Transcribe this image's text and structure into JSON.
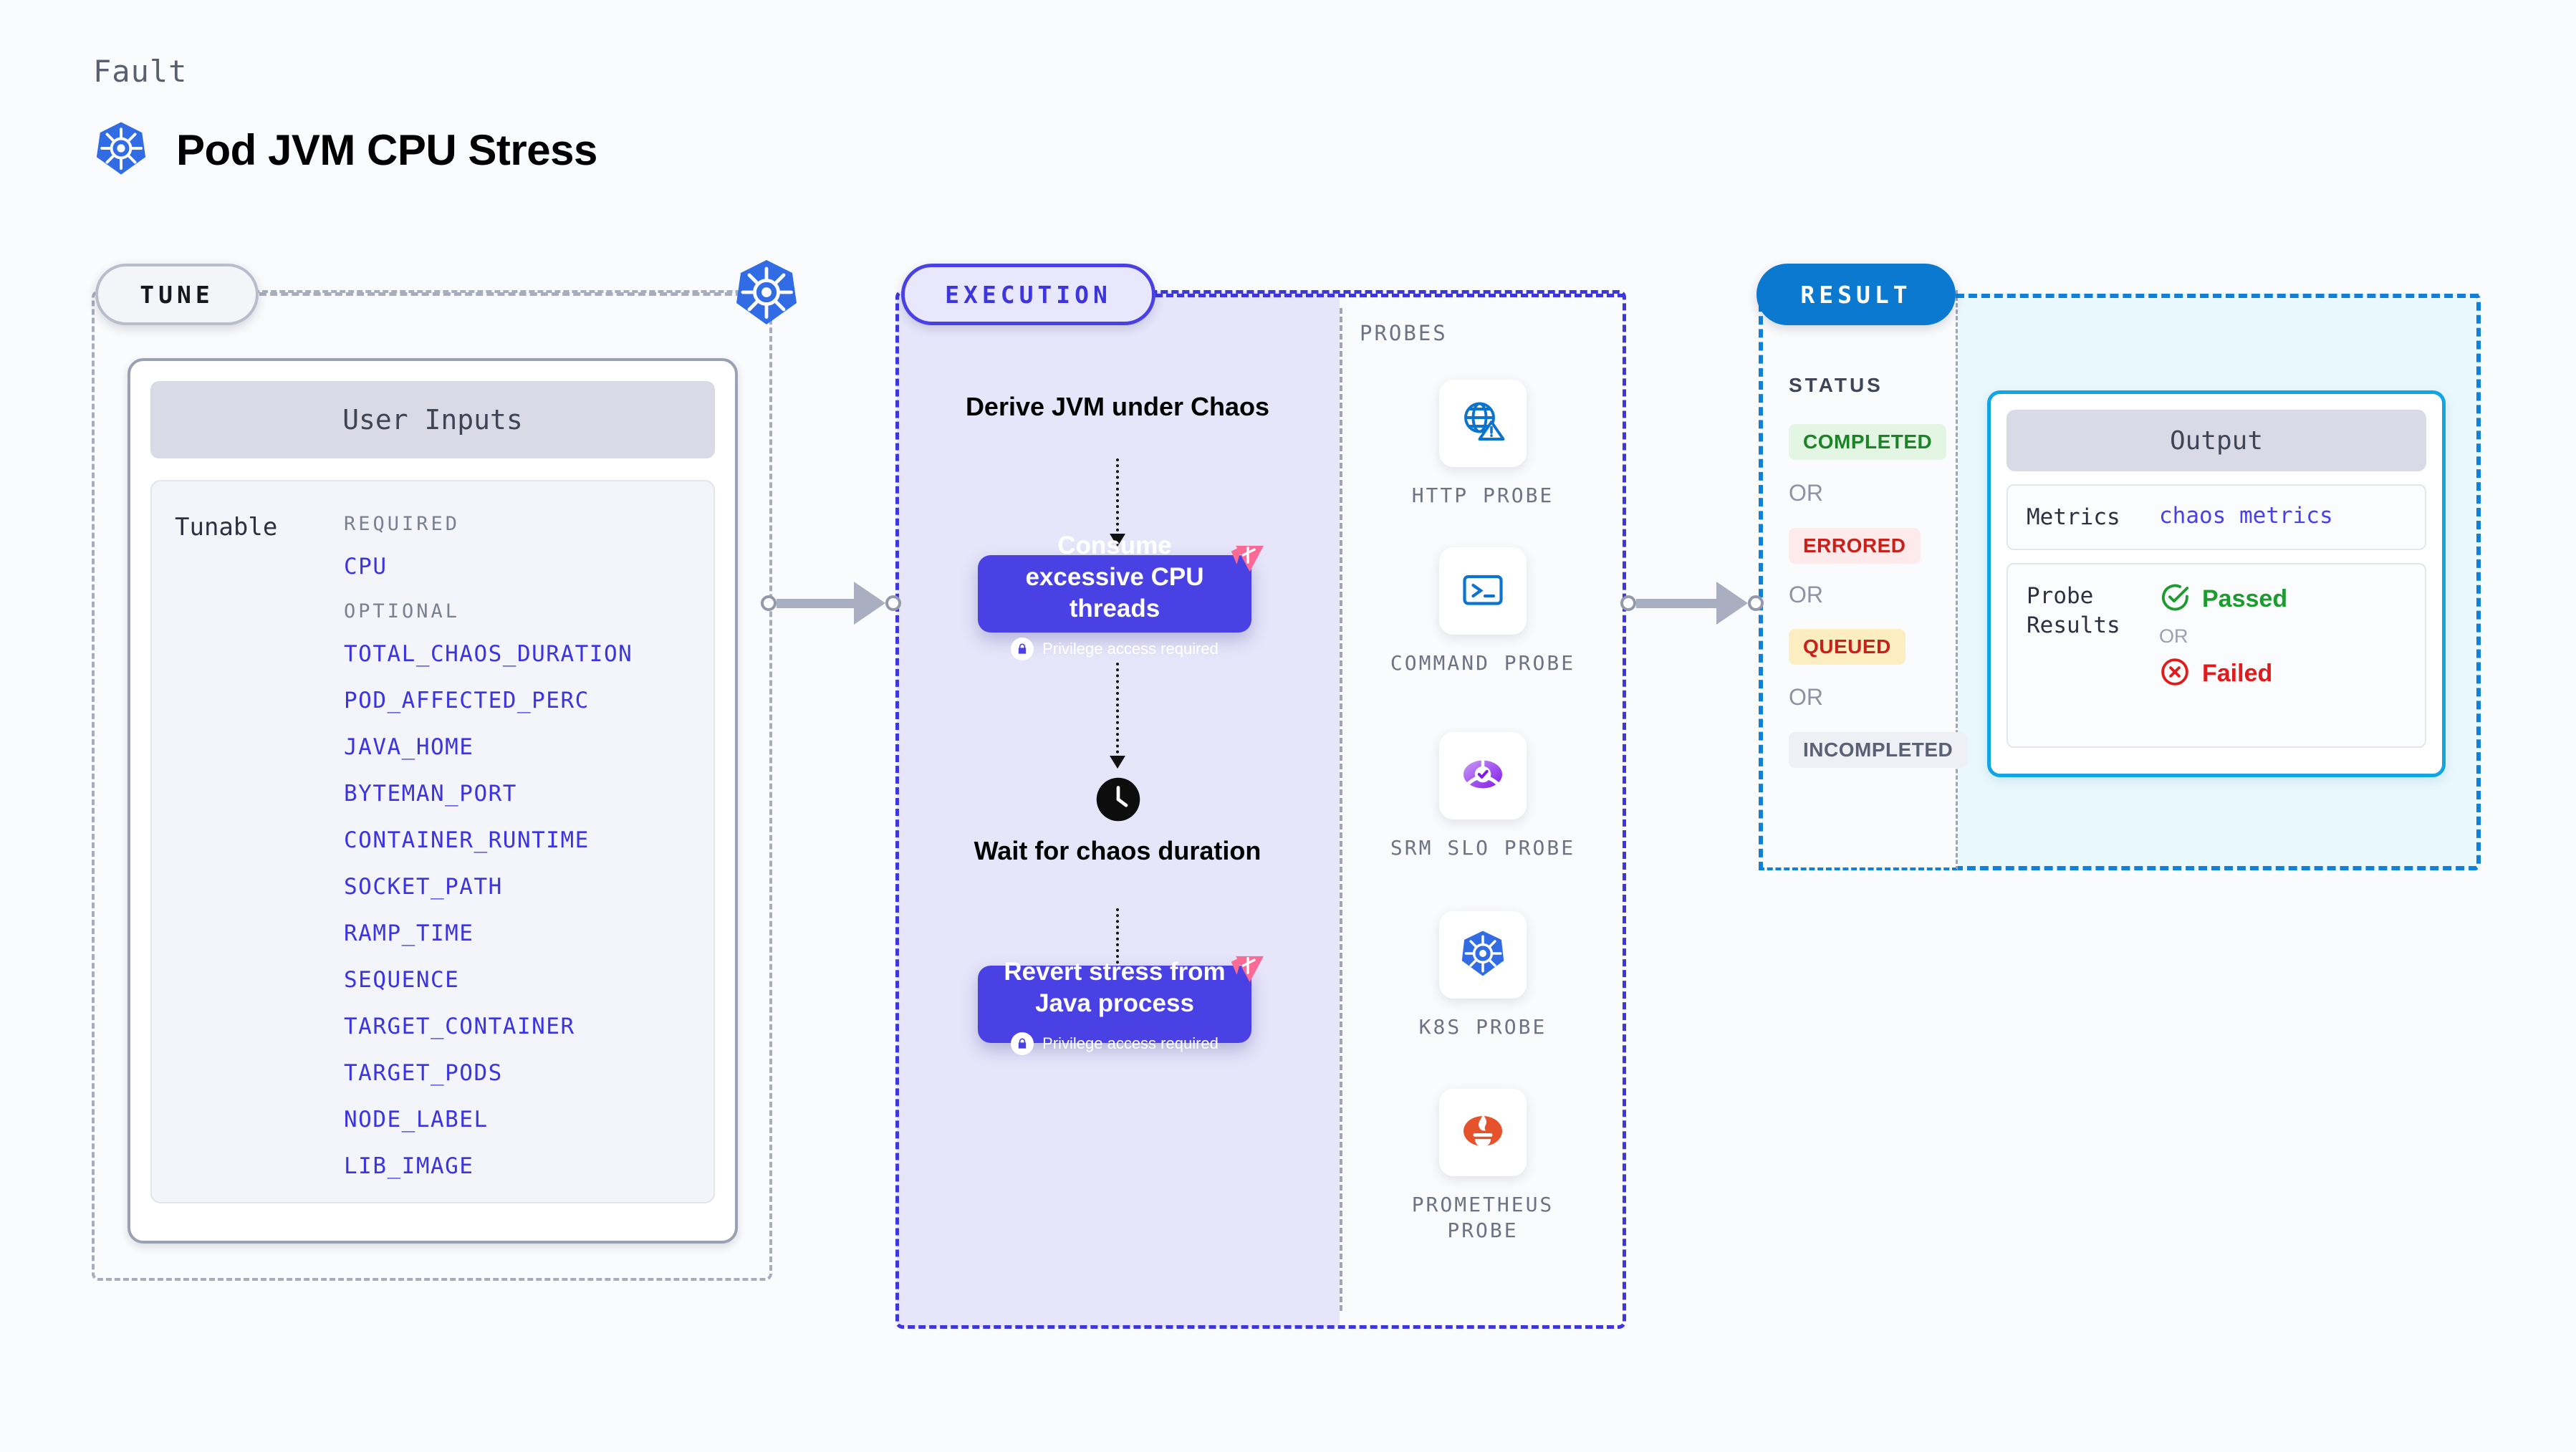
{
  "header": {
    "kicker": "Fault",
    "title": "Pod JVM CPU Stress",
    "icon": "kubernetes-icon"
  },
  "tune": {
    "pill_label": "TUNE",
    "badge_icon": "kubernetes-icon",
    "card_title": "User Inputs",
    "tunable_label": "Tunable",
    "required_label": "REQUIRED",
    "optional_label": "OPTIONAL",
    "required_params": [
      "CPU"
    ],
    "optional_params": [
      "TOTAL_CHAOS_DURATION",
      "POD_AFFECTED_PERC",
      "JAVA_HOME",
      "BYTEMAN_PORT",
      "CONTAINER_RUNTIME",
      "SOCKET_PATH",
      "RAMP_TIME",
      "SEQUENCE",
      "TARGET_CONTAINER",
      "TARGET_PODS",
      "NODE_LABEL",
      "LIB_IMAGE"
    ]
  },
  "execution": {
    "pill_label": "EXECUTION",
    "derive_step": "Derive JVM under Chaos",
    "chaos_step": "Consume excessive CPU threads",
    "chaos_step_note": "Privilege access required",
    "wait_step": "Wait for chaos duration",
    "wait_icon": "clock-icon",
    "revert_step": "Revert stress from Java process",
    "revert_step_note": "Privilege access required",
    "badge_icon": "litmus-icon",
    "lock_icon": "lock-icon"
  },
  "probes": {
    "label": "PROBES",
    "items": [
      {
        "name": "HTTP PROBE",
        "icon": "globe-alert-icon"
      },
      {
        "name": "COMMAND PROBE",
        "icon": "terminal-icon"
      },
      {
        "name": "SRM SLO PROBE",
        "icon": "srm-slo-icon"
      },
      {
        "name": "K8S PROBE",
        "icon": "kubernetes-icon"
      },
      {
        "name": "PROMETHEUS PROBE",
        "icon": "prometheus-icon"
      }
    ]
  },
  "result": {
    "pill_label": "RESULT",
    "status_label": "STATUS",
    "or_label": "OR",
    "statuses": [
      {
        "label": "COMPLETED",
        "fg": "#1d8327",
        "bg": "#e2f6e3"
      },
      {
        "label": "ERRORED",
        "fg": "#c8201b",
        "bg": "#fdeaea"
      },
      {
        "label": "QUEUED",
        "fg": "#c8201b",
        "bg": "#fdeec2"
      },
      {
        "label": "INCOMPLETED",
        "fg": "#5b6175",
        "bg": "#eff0f5"
      }
    ],
    "output": {
      "title": "Output",
      "metrics_key": "Metrics",
      "metrics_value": "chaos metrics",
      "probe_results_key": "Probe Results",
      "passed_label": "Passed",
      "failed_label": "Failed",
      "or_label": "OR",
      "passed_icon": "check-circle-icon",
      "failed_icon": "x-circle-icon"
    }
  },
  "colors": {
    "brand_purple": "#4a41e4",
    "brand_blue": "#0b79d0",
    "cyan": "#11a5e4",
    "k8s_blue": "#326ce5",
    "litmus_pink": "#fb6a95",
    "pass_green": "#1d9b2f",
    "fail_red": "#e01b1b"
  }
}
